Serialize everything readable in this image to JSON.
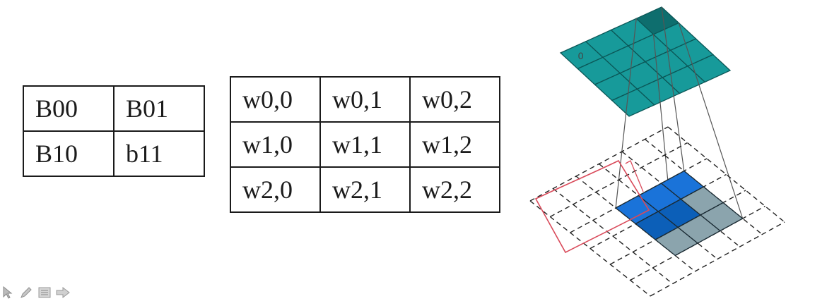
{
  "matrix_b": {
    "rows": [
      [
        "B00",
        "B01"
      ],
      [
        "B10",
        "b11"
      ]
    ]
  },
  "matrix_w": {
    "rows": [
      [
        "w0,0",
        "w0,1",
        "w0,2"
      ],
      [
        "w1,0",
        "w1,1",
        "w1,2"
      ],
      [
        "w2,0",
        "w2,1",
        "w2,2"
      ]
    ]
  },
  "diagram": {
    "output_grid_color": "#179a9a",
    "output_highlight_color": "#0e6e6e",
    "input_kernel_top_color": "#1a73d9",
    "input_kernel_mid_color": "#0c5fb8",
    "input_kernel_bottom_color": "#8ba4ad",
    "annotation_color": "#d94a5a",
    "annotation_mark": "0"
  },
  "toolbar": {
    "icons": [
      "pointer-icon",
      "pen-icon",
      "menu-icon",
      "next-arrow-icon"
    ]
  }
}
